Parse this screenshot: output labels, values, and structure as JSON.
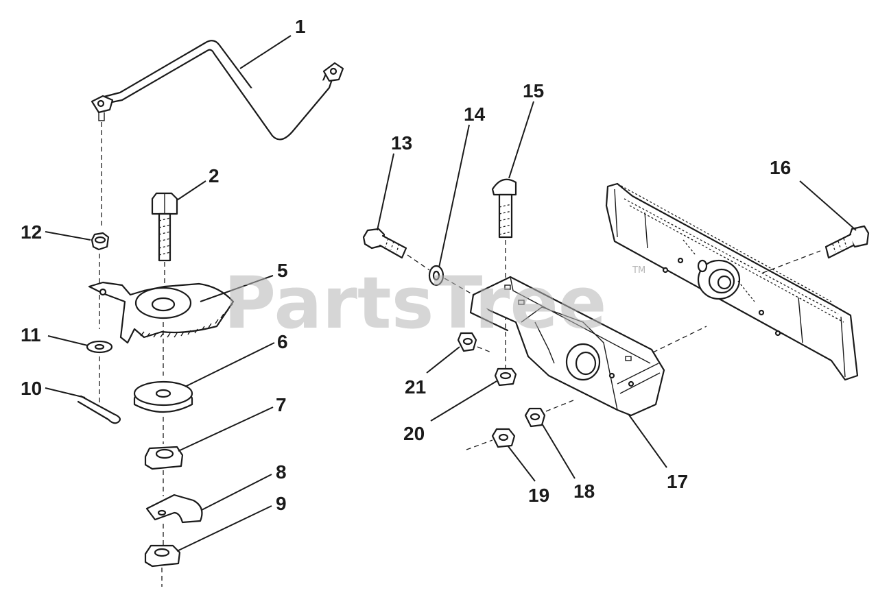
{
  "watermark": {
    "text": "PartsTree",
    "tm": "TM"
  },
  "callouts": [
    "1",
    "2",
    "5",
    "6",
    "7",
    "8",
    "9",
    "10",
    "11",
    "12",
    "13",
    "14",
    "15",
    "16",
    "17",
    "18",
    "19",
    "20",
    "21"
  ],
  "colors": {
    "ink": "#1a1a1a",
    "watermark": "#b5b5b5",
    "background": "#ffffff"
  }
}
